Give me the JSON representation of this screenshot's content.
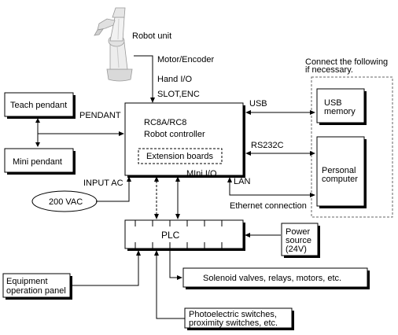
{
  "robot": {
    "label": "Robot unit",
    "icon": "robot-arm-icon"
  },
  "signals": {
    "motor_encoder": "Motor/Encoder",
    "hand_io": "Hand I/O",
    "slot_enc": "SLOT,ENC"
  },
  "controller": {
    "model": "RC8A/RC8",
    "name": "Robot controller",
    "extension_boards": "Extension boards"
  },
  "teach_pendant": "Teach pendant",
  "mini_pendant": "Mini pendant",
  "pendant_label": "PENDANT",
  "input_ac": "INPUT AC",
  "power_vac": "200 VAC",
  "mini_io": "MIni I/O",
  "optional": {
    "note_line1": "Connect the following",
    "note_line2": "if necessary.",
    "usb_label": "USB",
    "usb_memory_line1": "USB",
    "usb_memory_line2": "memory",
    "rs232c_label": "RS232C",
    "lan_label": "LAN",
    "pc_line1": "Personal",
    "pc_line2": "computer",
    "ethernet": "Ethernet connection"
  },
  "plc": "PLC",
  "power_source": {
    "line1": "Power",
    "line2": "source",
    "line3": "(24V)"
  },
  "equipment_panel": {
    "line1": "Equipment",
    "line2": "operation panel"
  },
  "solenoid": "Solenoid valves, relays, motors, etc.",
  "sensors": {
    "line1": "Photoelectric switches,",
    "line2": "proximity switches, etc."
  }
}
